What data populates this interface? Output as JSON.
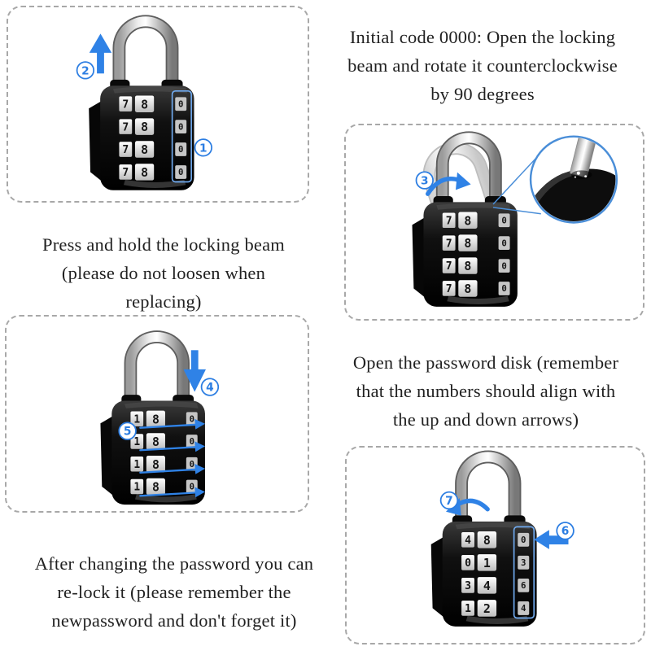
{
  "style": {
    "background": "#ffffff",
    "accent_blue": "#2b7de2",
    "highlight_blue": "#6fa9ee",
    "dashed_border_gray": "#a8a8a8",
    "text_color": "#212121",
    "lock_body_color": "#101010",
    "shackle_silver": "#c9c9c9"
  },
  "instructions": {
    "initial_code": {
      "lines": [
        "Initial code 0000: Open the locking",
        "beam and rotate it counterclockwise",
        "by 90 degrees"
      ]
    },
    "press_hold": {
      "lines": [
        "Press and hold the locking beam",
        "(please do not loosen when",
        "replacing)"
      ]
    },
    "open_disk": {
      "lines": [
        "Open the password disk (remember",
        "that the numbers should align with",
        "the up and down arrows)"
      ]
    },
    "relock": {
      "lines": [
        "After changing the password you can",
        "re-lock it (please remember the",
        "newpassword and don't forget it)"
      ]
    }
  },
  "steps": {
    "n1": "1",
    "n2": "2",
    "n3": "3",
    "n4": "4",
    "n5": "5",
    "n6": "6",
    "n7": "7"
  },
  "locks": {
    "lock1": {
      "rows": [
        {
          "l": "7",
          "m": "8",
          "s": "0"
        },
        {
          "l": "7",
          "m": "8",
          "s": "0"
        },
        {
          "l": "7",
          "m": "8",
          "s": "0"
        },
        {
          "l": "7",
          "m": "8",
          "s": "0"
        }
      ]
    },
    "lock2": {
      "rows": [
        {
          "l": "7",
          "m": "8",
          "s": "0"
        },
        {
          "l": "7",
          "m": "8",
          "s": "0"
        },
        {
          "l": "7",
          "m": "8",
          "s": "0"
        },
        {
          "l": "7",
          "m": "8",
          "s": "0"
        }
      ]
    },
    "lock3": {
      "rows": [
        {
          "l": "1",
          "m": "8",
          "s": "0"
        },
        {
          "l": "1",
          "m": "8",
          "s": "0"
        },
        {
          "l": "1",
          "m": "8",
          "s": "0"
        },
        {
          "l": "1",
          "m": "8",
          "s": "0"
        }
      ]
    },
    "lock4": {
      "rows": [
        {
          "l": "4",
          "m": "8",
          "s": "0"
        },
        {
          "l": "0",
          "m": "1",
          "s": "3"
        },
        {
          "l": "3",
          "m": "4",
          "s": "6"
        },
        {
          "l": "1",
          "m": "2",
          "s": "4"
        }
      ]
    }
  }
}
